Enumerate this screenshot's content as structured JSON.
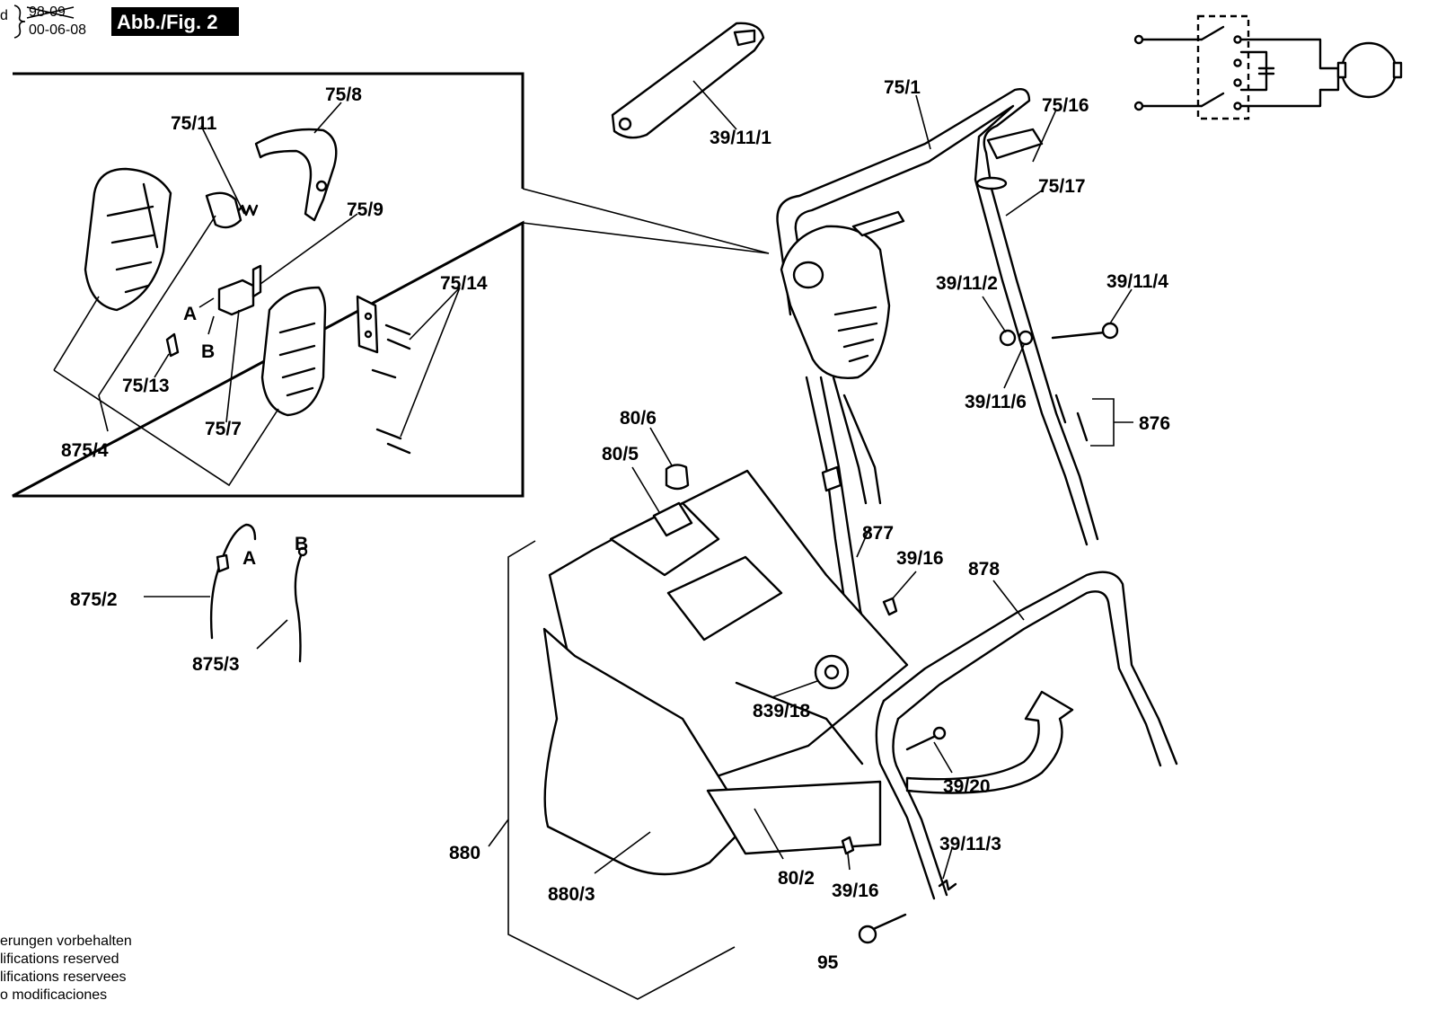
{
  "header": {
    "date_crossed": "98-09",
    "date": "00-06-08",
    "figure_label": "Abb./Fig. 2",
    "left_fragment": "d"
  },
  "parts": {
    "p75_8": "75/8",
    "p75_11": "75/11",
    "p75_9": "75/9",
    "p75_14": "75/14",
    "p75_13": "75/13",
    "p75_7": "75/7",
    "p875_4": "875/4",
    "pA": "A",
    "pB": "B",
    "p39_11_1": "39/11/1",
    "p75_1": "75/1",
    "p75_16": "75/16",
    "p75_17": "75/17",
    "p39_11_2": "39/11/2",
    "p39_11_4": "39/11/4",
    "p39_11_6": "39/11/6",
    "p876": "876",
    "p80_6": "80/6",
    "p80_5": "80/5",
    "p877": "877",
    "p39_16a": "39/16",
    "p878": "878",
    "p875_2": "875/2",
    "pA2": "A",
    "pB2": "B",
    "p875_3": "875/3",
    "p839_18": "839/18",
    "p39_20": "39/20",
    "p880": "880",
    "p39_11_3": "39/11/3",
    "p880_3": "880/3",
    "p80_2": "80/2",
    "p39_16b": "39/16",
    "p95": "95"
  },
  "footer": {
    "line1": "erungen vorbehalten",
    "line2": "lifications reserved",
    "line3": "lifications reservees",
    "line4": "o modificaciones"
  }
}
